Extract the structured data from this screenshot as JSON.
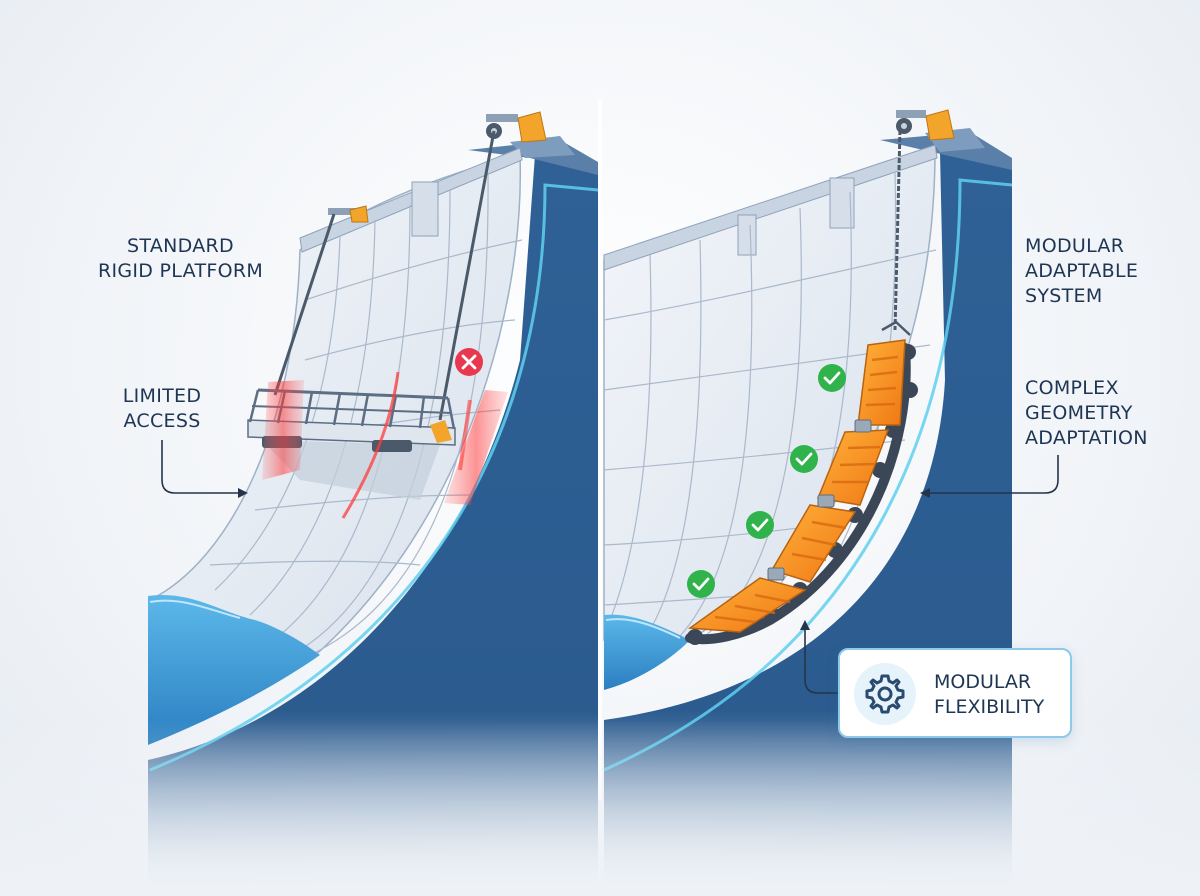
{
  "left_panel": {
    "title": "STANDARD\nRIGID PLATFORM",
    "callout": "LIMITED\nACCESS",
    "status_icon": "x-icon",
    "status_color": "#e8384f"
  },
  "right_panel": {
    "title": "MODULAR\nADAPTABLE\nSYSTEM",
    "callout": "COMPLEX\nGEOMETRY\nADAPTATION",
    "status_icon": "check-icon",
    "status_color": "#2fb34a",
    "feature_box": {
      "icon": "gear-icon",
      "label": "MODULAR\nFLEXIBILITY"
    }
  },
  "colors": {
    "dam_blue": "#2b5b8f",
    "dam_face": "#e8eef5",
    "water": "#3d9ad6",
    "platform": "#f08a1c",
    "glow": "#5fd0f0",
    "text": "#1f3554"
  }
}
